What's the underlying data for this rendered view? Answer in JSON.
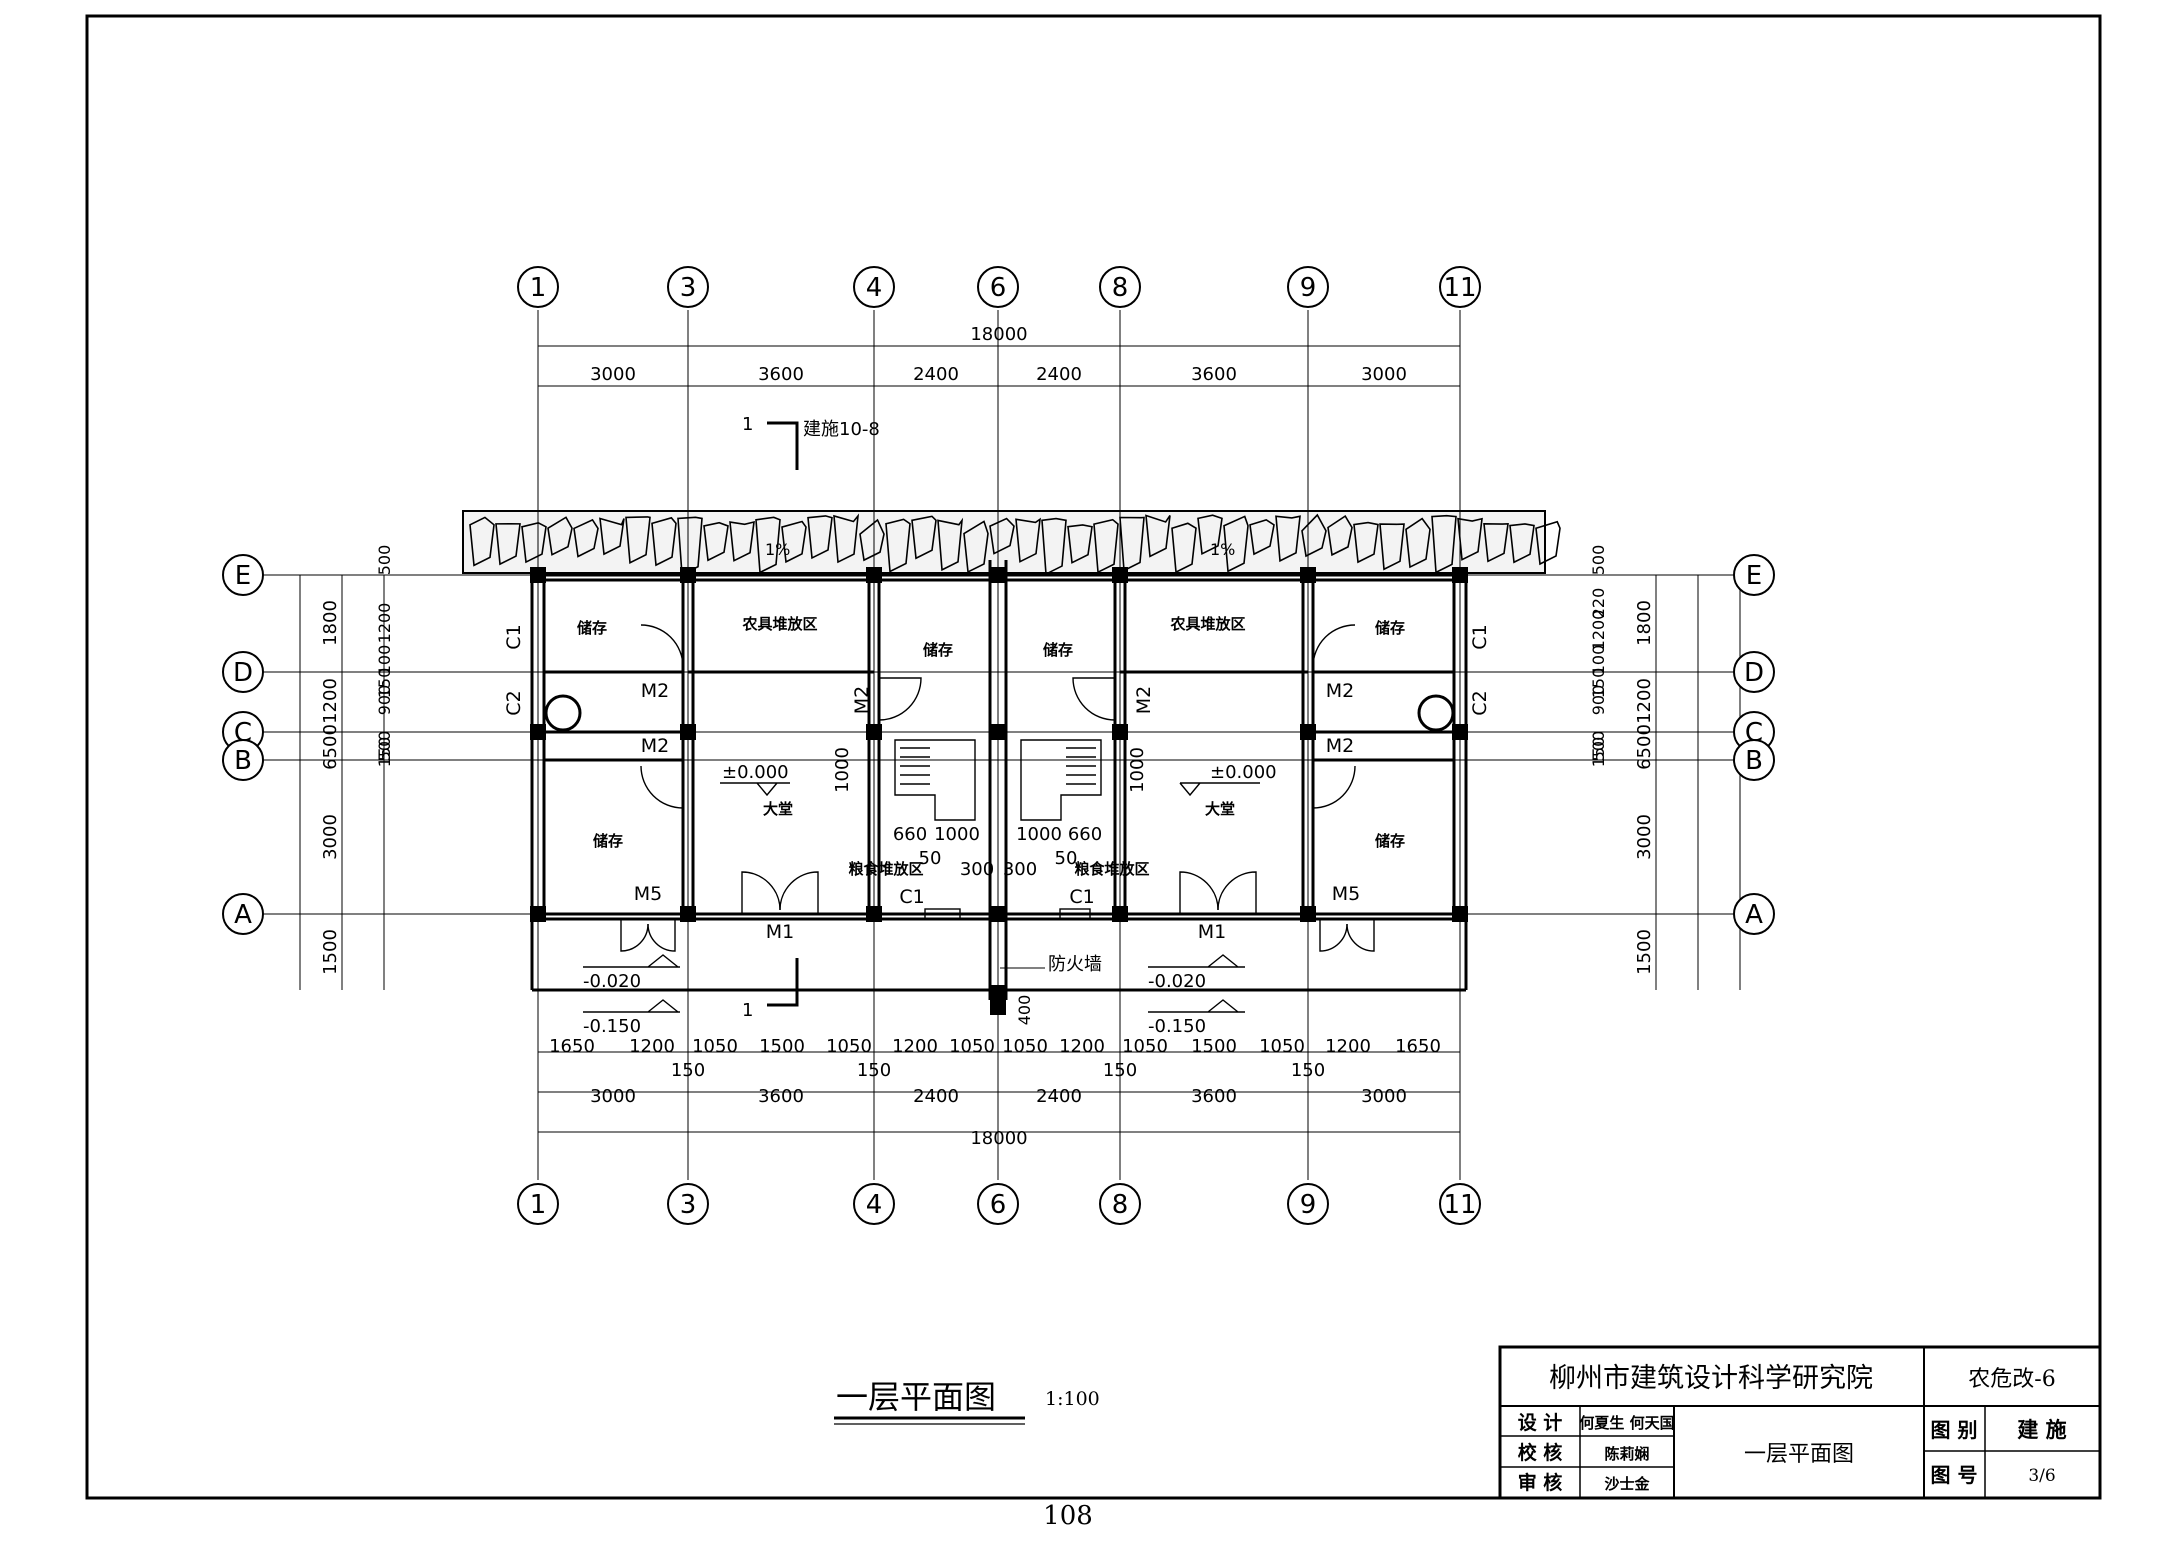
{
  "sheet": {
    "page_number": "108",
    "drawing_title": "一层平面图",
    "drawing_scale": "1:100"
  },
  "title_block": {
    "institute": "柳州市建筑设计科学研究院",
    "project_code": "农危改-6",
    "sheet_title": "一层平面图",
    "roles": [
      {
        "label": "设 计",
        "person": "何夏生 何天国"
      },
      {
        "label": "校 核",
        "person": "陈莉娴"
      },
      {
        "label": "审 核",
        "person": "沙士金"
      }
    ],
    "category_label": "图 别",
    "category_value": "建 施",
    "number_label": "图 号",
    "number_value": "3/6"
  },
  "axes": {
    "vertical": [
      "1",
      "3",
      "4",
      "6",
      "8",
      "9",
      "11"
    ],
    "horizontal": [
      "E",
      "D",
      "C",
      "B",
      "A"
    ]
  },
  "dimensions": {
    "overall": "18000",
    "bays": [
      "3000",
      "3600",
      "2400",
      "2400",
      "3600",
      "3000"
    ],
    "openings": [
      "1650",
      "1200",
      "1050",
      "1500",
      "1050",
      "1200",
      "1050",
      "1050",
      "1200",
      "1050",
      "1500",
      "1050",
      "1200",
      "1650"
    ],
    "wall_150": "150",
    "left_outer": [
      "1800",
      "1200",
      "6500",
      "3000",
      "1500"
    ],
    "left_inner": [
      "500",
      "1200",
      "100",
      "900",
      "150",
      "500",
      "150"
    ],
    "right_outer": [
      "1800",
      "1200",
      "6500",
      "3000",
      "1500"
    ],
    "right_inner": [
      "500",
      "220",
      "1200",
      "100",
      "900",
      "150",
      "150",
      "500"
    ],
    "stair": [
      "1000",
      "660",
      "1000",
      "50",
      "300"
    ],
    "wall_400": "400"
  },
  "rooms": {
    "storage": "储存",
    "tools": "农具堆放区",
    "hall": "大堂",
    "grain": "粮食堆放区"
  },
  "labels": {
    "door_m1": "M1",
    "door_m2": "M2",
    "door_m5": "M5",
    "window_c1": "C1",
    "window_c2": "C2",
    "firewall": "防火墙",
    "slope": "1%",
    "section_ref": "建施10-8",
    "section_mark": "1"
  },
  "elevations": {
    "floor": "±0.000",
    "step": "-0.020",
    "ground": "-0.150"
  }
}
